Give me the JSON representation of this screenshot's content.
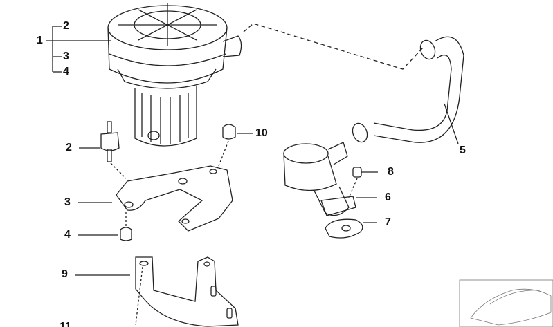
{
  "diagram": {
    "title": "Secondary air pump assembly",
    "callouts": {
      "c1": "1",
      "c2a": "2",
      "c3a": "3",
      "c4a": "4",
      "c2b": "2",
      "c10": "10",
      "c3b": "3",
      "c4b": "4",
      "c9": "9",
      "c11": "11",
      "c5": "5",
      "c8": "8",
      "c6": "6",
      "c7": "7"
    },
    "colors": {
      "line": "#222222",
      "background": "#ffffff"
    }
  }
}
